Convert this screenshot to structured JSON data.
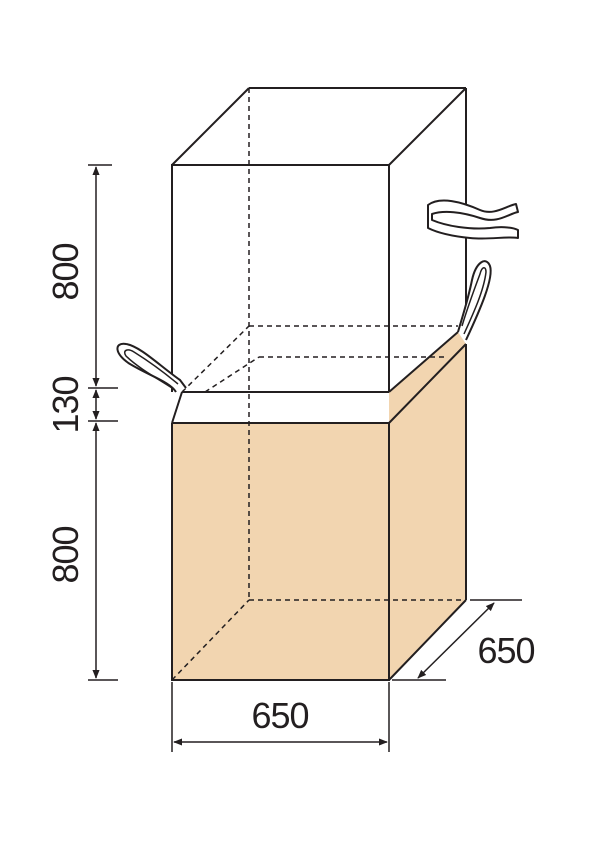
{
  "dimensions": {
    "top_section_height": "800",
    "collar_height": "130",
    "bottom_section_height": "800",
    "width": "650",
    "depth": "650"
  },
  "colors": {
    "bag_fill": "#f2d5b0",
    "line": "#231f20"
  },
  "icons": {
    "lifting_loop": "loop-icon",
    "tie_string": "string-icon"
  }
}
